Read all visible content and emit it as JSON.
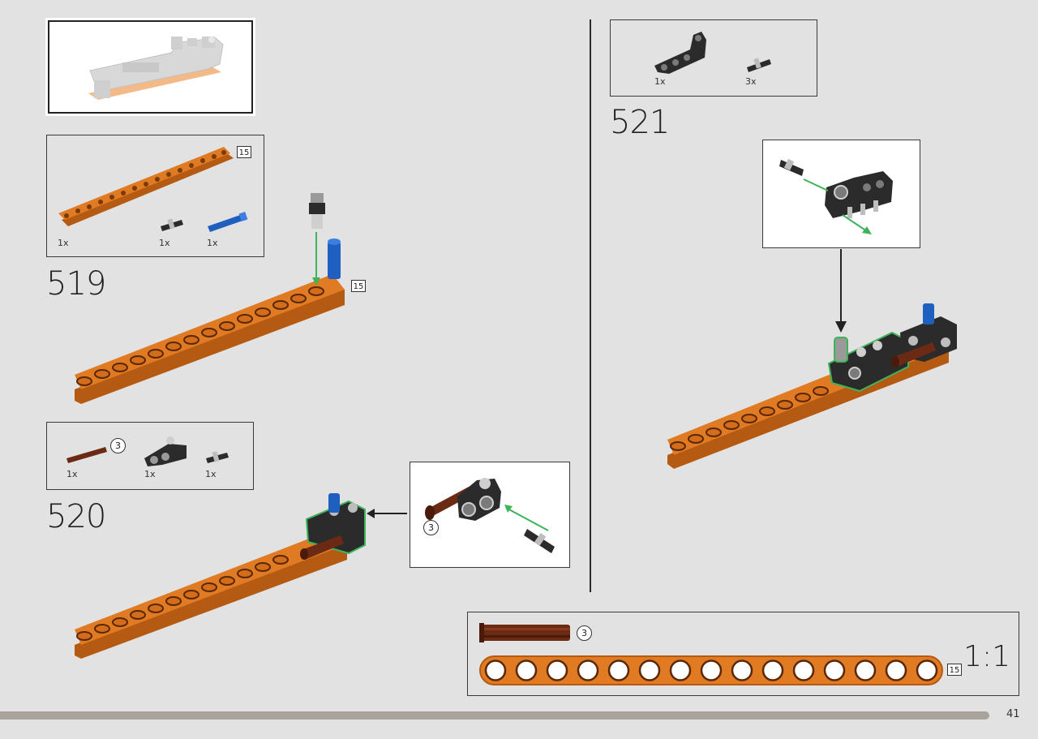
{
  "page": {
    "number": "41"
  },
  "steps": [
    {
      "number": "519",
      "parts": [
        {
          "name": "orange-liftarm-15",
          "qty": "1x",
          "length": "15"
        },
        {
          "name": "black-friction-pin",
          "qty": "1x"
        },
        {
          "name": "blue-axle-pin",
          "qty": "1x"
        }
      ],
      "callout_length": "15"
    },
    {
      "number": "520",
      "parts": [
        {
          "name": "brown-axle-3",
          "qty": "1x",
          "length": "3"
        },
        {
          "name": "black-connector",
          "qty": "1x"
        },
        {
          "name": "black-friction-pin",
          "qty": "1x"
        }
      ],
      "callout_length": "3"
    },
    {
      "number": "521",
      "parts": [
        {
          "name": "black-liftarm-l",
          "qty": "1x"
        },
        {
          "name": "black-friction-pin",
          "qty": "3x"
        }
      ]
    }
  ],
  "scale": {
    "label": "1:1",
    "axle_length": "3",
    "beam_length": "15",
    "beam_holes": 15
  },
  "colors": {
    "orange": "#e07a23",
    "orange_dark": "#b45a12",
    "black_part": "#2b2b2b",
    "blue_part": "#1f5fbf",
    "brown_part": "#6b2a14",
    "highlight_green": "#3fb35a",
    "background": "#e2e2e2"
  }
}
